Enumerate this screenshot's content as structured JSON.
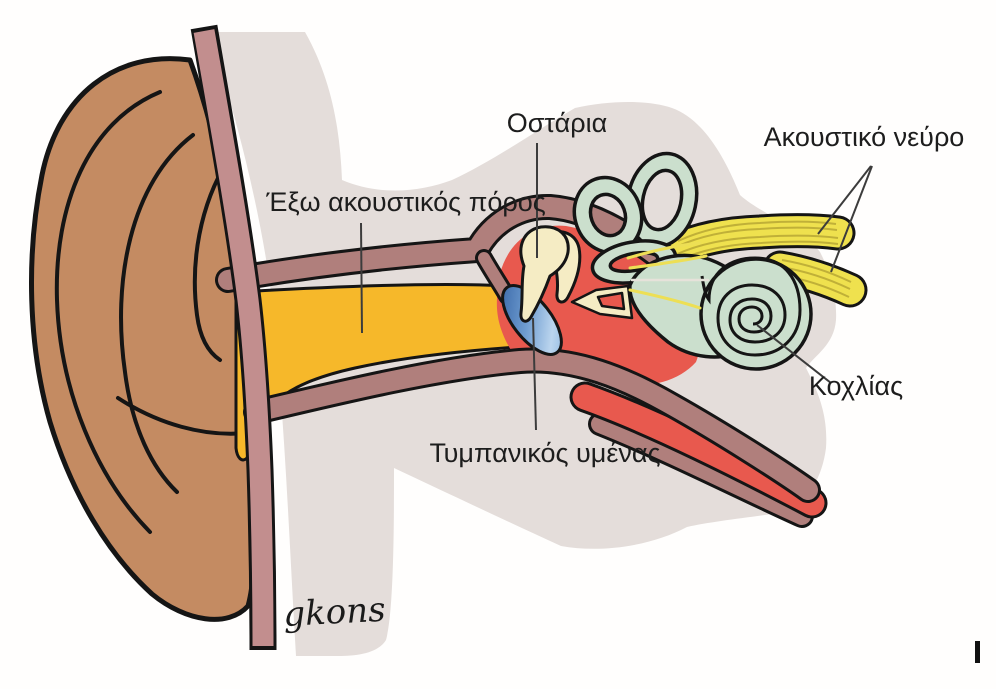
{
  "diagram": {
    "labels": {
      "ossicles": "Οστάρια",
      "acoustic_nerve": "Ακουστικό νεύρο",
      "external_canal": "Έξω ακουστικός πόρος",
      "tympanic_membrane": "Τυμπανικός υμένας",
      "cochlea": "Κοχλίας"
    },
    "signature": "gkons",
    "colors": {
      "background": "#ffffff",
      "head_silhouette": "#e4ddda",
      "pinna": "#c48b62",
      "skin_band": "#c28e8e",
      "canal_wall": "#b07f7c",
      "ear_canal": "#f6b82a",
      "middle_ear": "#e8594e",
      "ossicle_bone": "#f5ecc4",
      "inner_ear": "#cbdfcd",
      "nerve": "#efe14e",
      "nerve_stripe": "#c0b038",
      "eardrum_dark": "#3a68a8",
      "eardrum_light": "#bbd5ee",
      "outline": "#151515",
      "label_text": "#1d1d1d"
    }
  }
}
